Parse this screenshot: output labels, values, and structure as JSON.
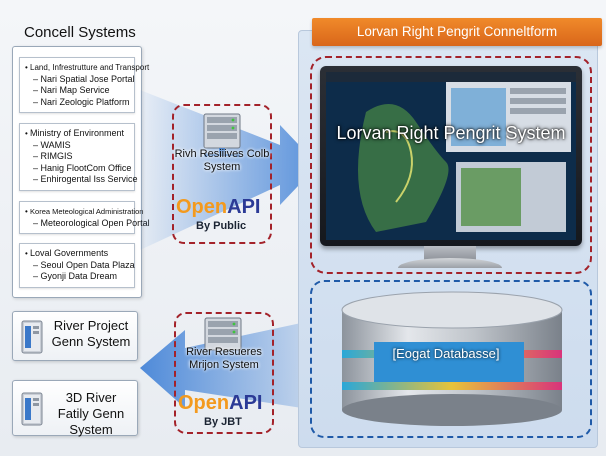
{
  "left": {
    "title": "Concell Systems",
    "groups": [
      {
        "head": "Land, Infrestrutture and Transport",
        "items": [
          "Nari Spatial Jose Portal",
          "Nari Map Service",
          "Nari Zeologic Platform"
        ]
      },
      {
        "head": "Ministry of Environment",
        "items": [
          "WAMIS",
          "RIMGIS",
          "Hanig FlootCom Office",
          "Enhirogental Iss Service"
        ]
      },
      {
        "head": "Korea Meteological Administration",
        "items": [
          "Meteorological Open Portal"
        ]
      },
      {
        "head": "Loval Governments",
        "items": [
          "Seoul Open Data Plaza",
          "Gyonji Data Dream"
        ]
      }
    ],
    "stand_alone": [
      {
        "label": "River Project Genn System",
        "icon": "server-icon"
      },
      {
        "label": "3D River Fatily Genn System",
        "icon": "server-icon"
      }
    ]
  },
  "middle": {
    "upper": {
      "label": "Rivh Resiiives Colb System",
      "openapi_o": "Open",
      "openapi_a": "API",
      "by": "By Public",
      "icon": "server-rack-icon"
    },
    "lower": {
      "label": "River Resueres Mrijon System",
      "openapi_o": "Open",
      "openapi_a": "API",
      "by": "By JBT",
      "icon": "server-rack-icon"
    }
  },
  "platform": {
    "title": "Lorvan Right Pengrit Conneltform",
    "monitor_text": "Lorvan Right Pengrit System",
    "database_label": "[Eogat Databasse]"
  },
  "colors": {
    "orange": "#f08a2a",
    "openapi_orange": "#f39a1e",
    "openapi_blue": "#2b3a96",
    "dashed_red": "#a3222a",
    "dashed_blue": "#1f5aa8",
    "arrow_blue": "#3d7fd6"
  }
}
